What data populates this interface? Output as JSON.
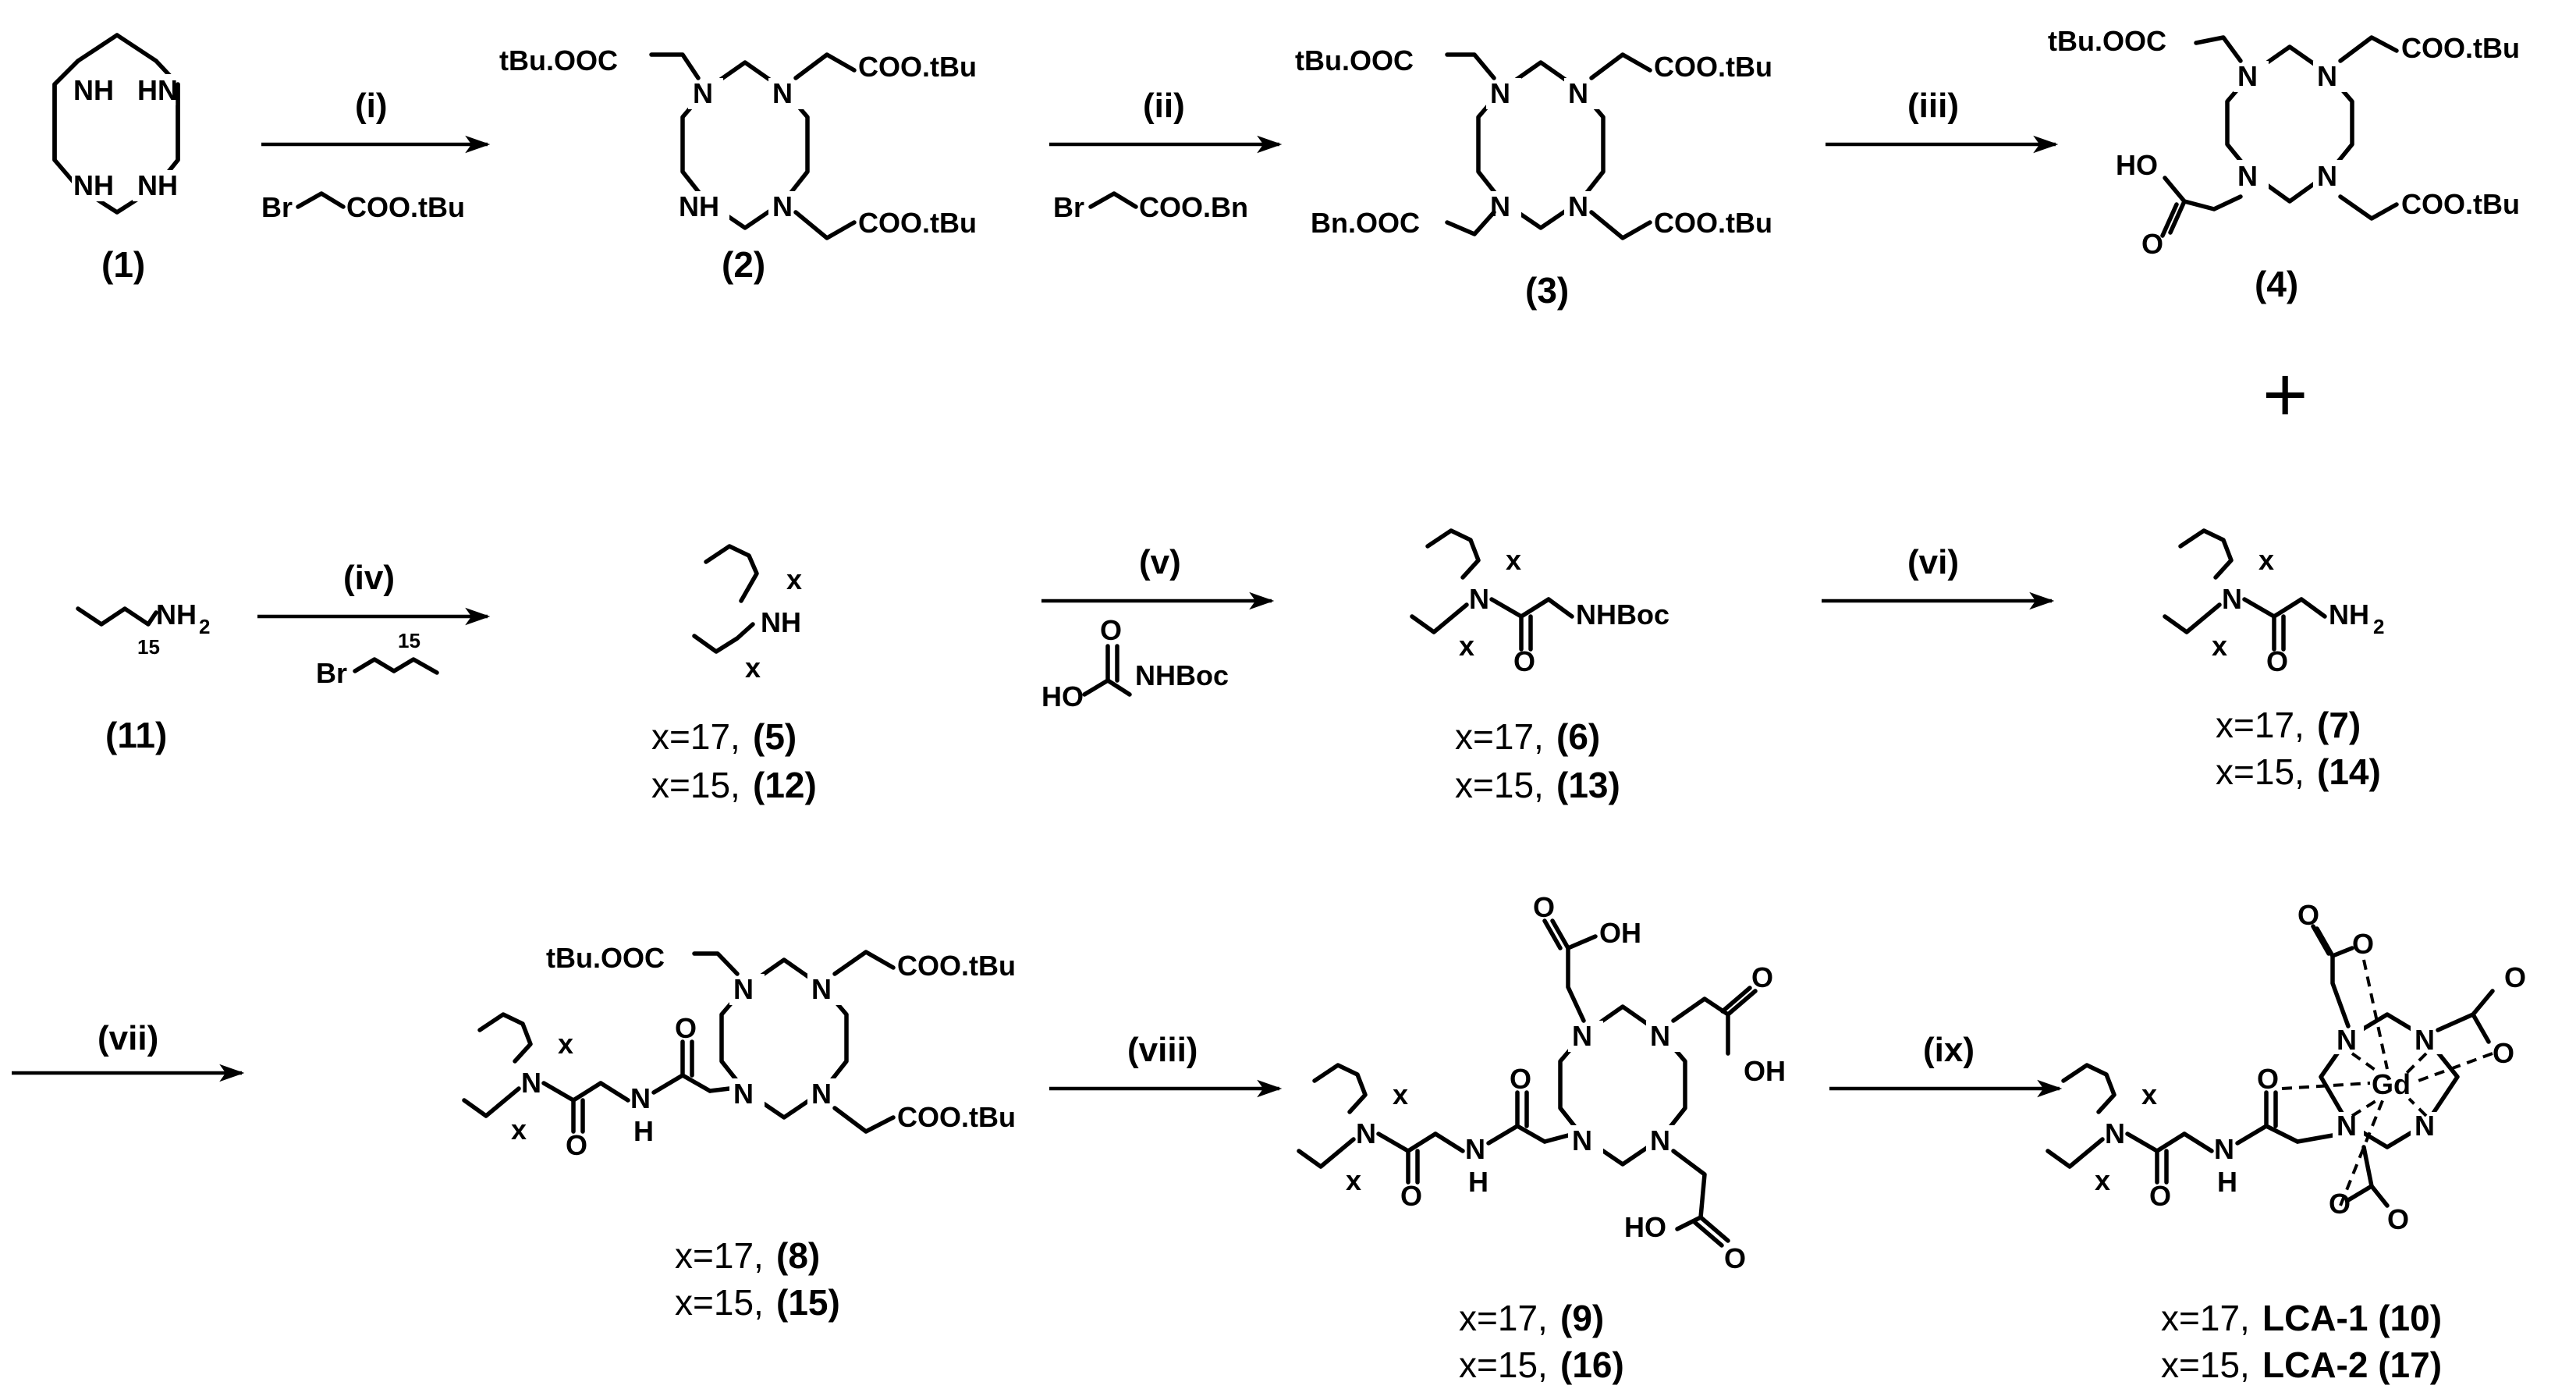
{
  "scheme": {
    "steps": {
      "i": "(i)",
      "ii": "(ii)",
      "iii": "(iii)",
      "iv": "(iv)",
      "v": "(v)",
      "vi": "(vi)",
      "vii": "(vii)",
      "viii": "(viii)",
      "ix": "(ix)"
    },
    "reagents": {
      "i": {
        "br": "Br",
        "ester": "COO.tBu"
      },
      "ii": {
        "br": "Br",
        "ester": "COO.Bn"
      },
      "iv": {
        "br": "Br",
        "n": "15"
      },
      "v": {
        "oh": "HO",
        "o": "O",
        "nh": "NHBoc"
      }
    },
    "atoms": {
      "nh": "NH",
      "hn": "HN",
      "n": "N",
      "h": "H",
      "o": "O",
      "oh": "OH",
      "ho": "HO",
      "nh2": "NH",
      "two": "2",
      "x": "x",
      "n15": "15",
      "gd": "Gd",
      "nhboc": "NHBoc",
      "tbu_ooc": "tBu.OOC",
      "coo_tbu": "COO.tBu",
      "bn_ooc": "Bn.OOC",
      "plus": "+"
    },
    "compounds": {
      "c1": "(1)",
      "c2": "(2)",
      "c3": "(3)",
      "c4": "(4)",
      "c11": "(11)",
      "c5": {
        "prefix": "x=17,",
        "id": "(5)"
      },
      "c12": {
        "prefix": "x=15,",
        "id": "(12)"
      },
      "c6": {
        "prefix": "x=17,",
        "id": "(6)"
      },
      "c13": {
        "prefix": "x=15,",
        "id": "(13)"
      },
      "c7": {
        "prefix": "x=17,",
        "id": "(7)"
      },
      "c14": {
        "prefix": "x=15,",
        "id": "(14)"
      },
      "c8": {
        "prefix": "x=17,",
        "id": "(8)"
      },
      "c15": {
        "prefix": "x=15,",
        "id": "(15)"
      },
      "c9": {
        "prefix": "x=17,",
        "id": "(9)"
      },
      "c16": {
        "prefix": "x=15,",
        "id": "(16)"
      },
      "c10": {
        "prefix": "x=17,",
        "id": "LCA-1 (10)"
      },
      "c17": {
        "prefix": "x=15,",
        "id": "LCA-2 (17)"
      }
    }
  }
}
